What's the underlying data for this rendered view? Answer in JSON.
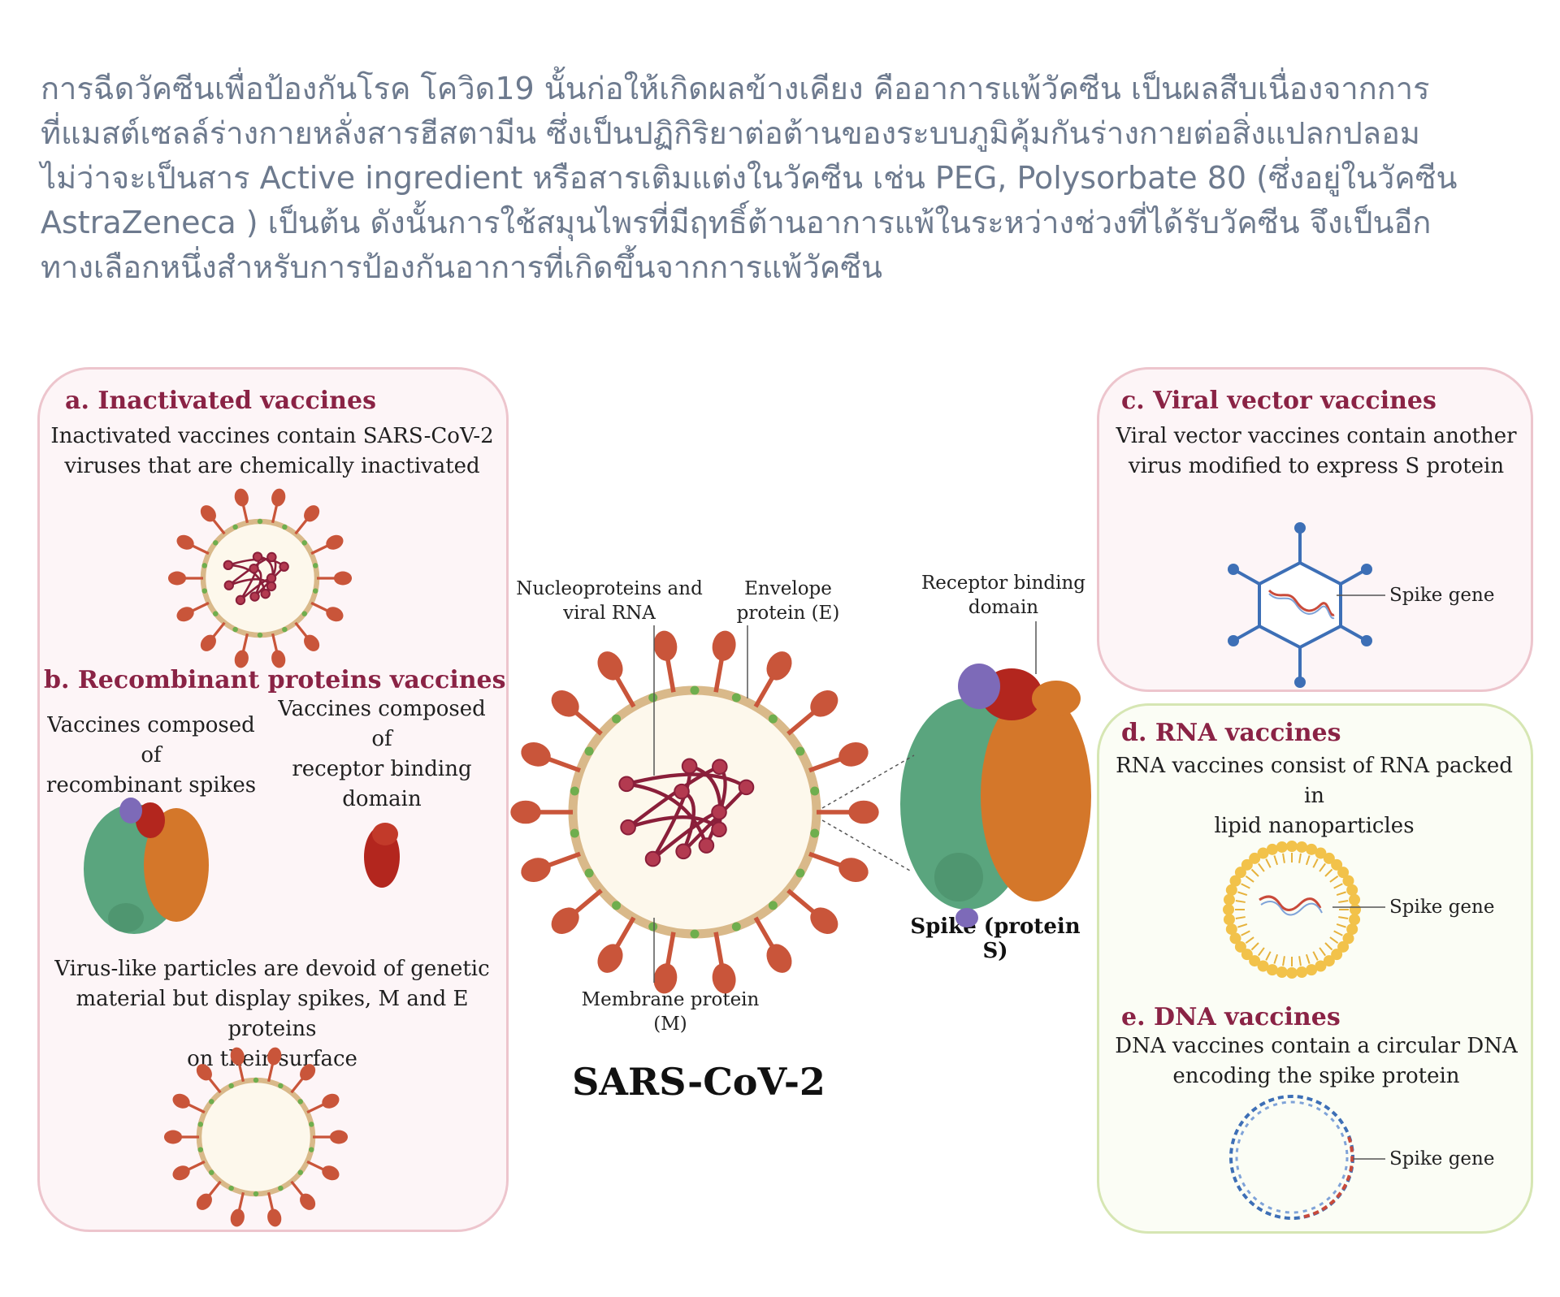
{
  "intro_lines": [
    "การฉีดวัคซีนเพื่อป้องกันโรค โควิด19 นั้นก่อให้เกิดผลข้างเคียง คืออาการแพ้วัคซีน เป็นผลสืบเนื่องจากการ",
    "ที่แมสต์เซลล์ร่างกายหลั่งสารฮีสตามีน ซึ่งเป็นปฏิกิริยาต่อต้านของระบบภูมิคุ้มกันร่างกายต่อสิ่งแปลกปลอม",
    "ไม่ว่าจะเป็นสาร Active ingredient หรือสารเติมแต่งในวัคซีน เช่น PEG, Polysorbate 80 (ซึ่งอยู่ในวัคซีน",
    "AstraZeneca ) เป็นต้น ดังนั้นการใช้สมุนไพรที่มีฤทธิ์ต้านอาการแพ้ในระหว่างช่วงที่ได้รับวัคซีน จึงเป็นอีก",
    "ทางเลือกหนึ่งสำหรับการป้องกันอาการที่เกิดขึ้นจากการแพ้วัคซีน"
  ],
  "panel_a": {
    "title": "a. Inactivated vaccines",
    "desc_lines": [
      "Inactivated vaccines contain SARS-CoV-2",
      "viruses that are chemically inactivated"
    ]
  },
  "panel_b": {
    "title": "b. Recombinant proteins vaccines",
    "left_lines": [
      "Vaccines composed of",
      "recombinant spikes"
    ],
    "right_lines": [
      "Vaccines composed of",
      "receptor binding",
      "domain"
    ],
    "vlp_lines": [
      "Virus-like particles are devoid of genetic",
      "material but display spikes, M and E proteins",
      "on their surface"
    ]
  },
  "center": {
    "nucleo_lines": [
      "Nucleoproteins and",
      "viral RNA"
    ],
    "envelope_lines": [
      "Envelope",
      "protein (E)"
    ],
    "membrane_lines": [
      "Membrane protein",
      "(M)"
    ],
    "virus_name": "SARS-CoV-2",
    "rbd_lines": [
      "Receptor binding",
      "domain"
    ],
    "spike_label": "Spike (protein S)"
  },
  "panel_c": {
    "title": "c. Viral vector vaccines",
    "desc_lines": [
      "Viral vector vaccines contain another",
      "virus modified to express S protein"
    ],
    "gene_label": "Spike gene"
  },
  "panel_de": {
    "d_title": "d. RNA vaccines",
    "d_desc_lines": [
      "RNA vaccines consist of RNA packed in",
      "lipid nanoparticles"
    ],
    "d_gene_label": "Spike gene",
    "e_title": "e. DNA vaccines",
    "e_desc_lines": [
      "DNA vaccines contain a circular DNA",
      "encoding the spike protein"
    ],
    "e_gene_label": "Spike gene"
  },
  "colors": {
    "spike": "#c9553a",
    "membrane": "#d9b98a",
    "rna": "#8a1f3a",
    "green_protein": "#5aa57e",
    "orange_protein": "#d4772a",
    "red_protein": "#b3261e",
    "purple_protein": "#7d6ab8",
    "vector_blue": "#3d6fb6"
  }
}
